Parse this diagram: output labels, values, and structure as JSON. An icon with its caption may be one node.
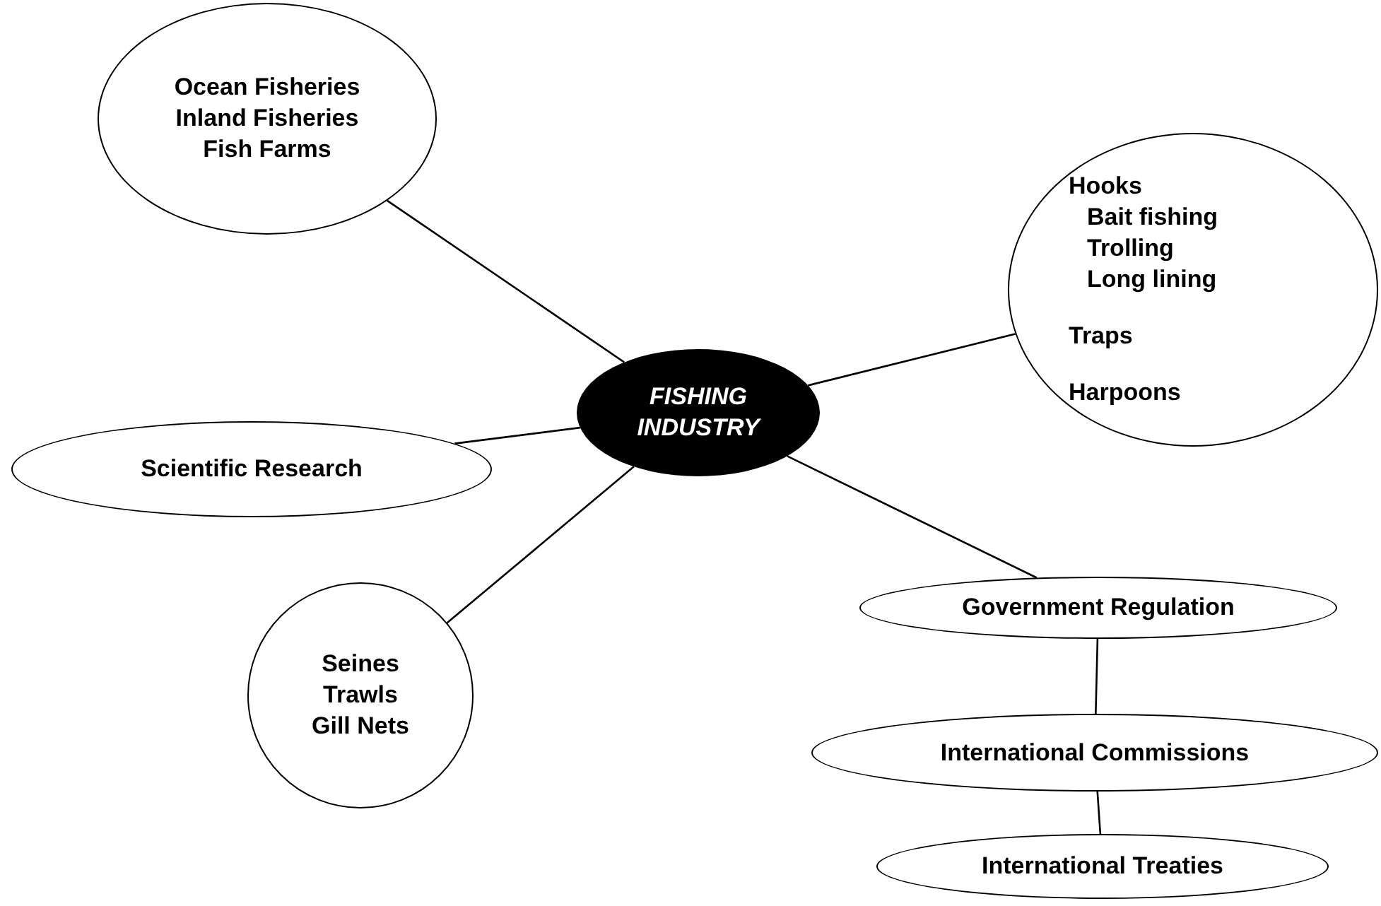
{
  "diagram": {
    "nodes": [
      {
        "text": [
          "FISHING INDUSTRY"
        ]
      },
      {
        "text": [
          "Ocean Fisheries",
          "Inland Fisheries",
          "Fish Farms"
        ]
      },
      {
        "text": [
          "Hooks",
          "Bait fishing",
          "Trolling",
          "Long lining",
          "Traps",
          "Harpoons"
        ]
      },
      {
        "text": [
          "Scientific Research"
        ]
      },
      {
        "text": [
          "Seines",
          "Trawls",
          "Gill Nets"
        ]
      },
      {
        "text": [
          "Government Regulation"
        ]
      },
      {
        "text": [
          "International Commissions"
        ]
      },
      {
        "text": [
          "International Treaties"
        ]
      }
    ],
    "edges": [
      {
        "from": 0,
        "to": 1,
        "arrow": "none"
      },
      {
        "from": 0,
        "to": 2,
        "arrow": "none"
      },
      {
        "from": 0,
        "to": 3,
        "arrow": "none"
      },
      {
        "from": 0,
        "to": 4,
        "arrow": "none"
      },
      {
        "from": 0,
        "to": 5,
        "arrow": "none"
      },
      {
        "from": 5,
        "to": 6,
        "arrow": "none"
      },
      {
        "from": 6,
        "to": 7,
        "arrow": "none"
      }
    ]
  }
}
